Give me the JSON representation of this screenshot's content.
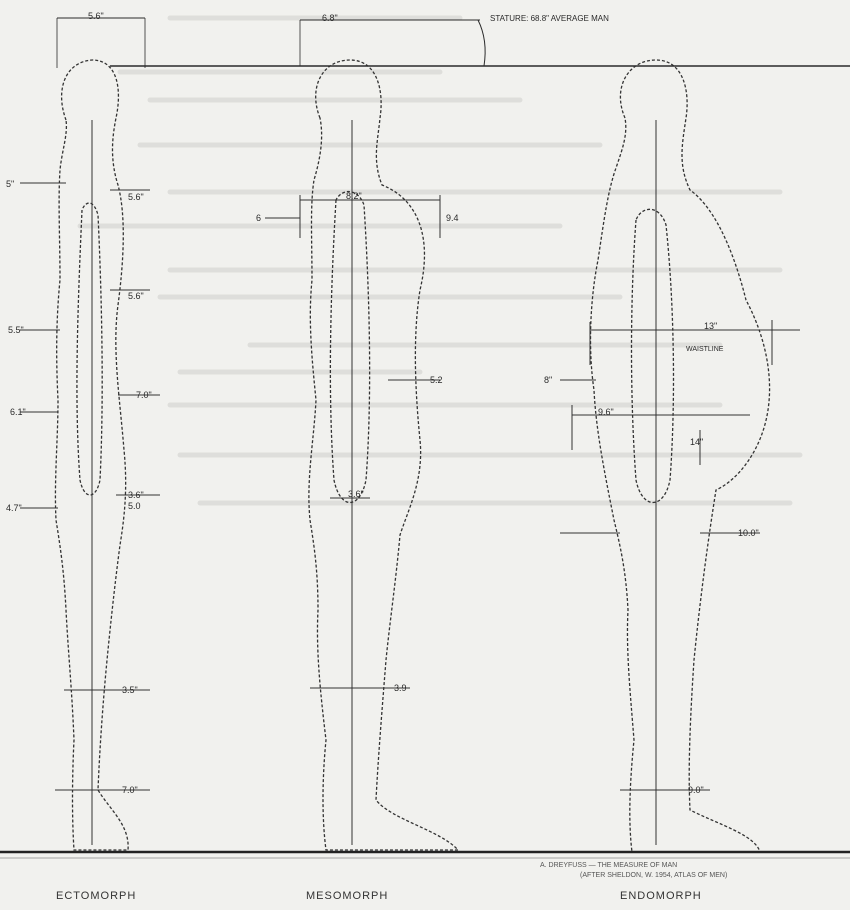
{
  "stature_note": "STATURE: 68.8\" AVERAGE MAN",
  "top_widths": {
    "ecto": "5.6\"",
    "meso": "6.8\""
  },
  "bodies": [
    {
      "name": "ECTOMORPH"
    },
    {
      "name": "MESOMORPH"
    },
    {
      "name": "ENDOMORPH"
    }
  ],
  "ecto_dims": [
    "5\"",
    "5.6\"",
    "5.6\"",
    "5.5\"",
    "7.0\"",
    "6.1\"",
    "3.6\"",
    "5.0",
    "4.7\"",
    "3.5\"",
    "7.0\""
  ],
  "meso_dims": [
    "6",
    "8.2\"",
    "9.4",
    "5.2",
    "3.6\"",
    "3.9"
  ],
  "endo_dims": [
    "13\"",
    "WAISTLINE",
    "8\"",
    "9.6\"",
    "14\"",
    "10.0\"",
    "9.0\""
  ],
  "credit": [
    "A. DREYFUSS  —  THE MEASURE OF MAN",
    "(AFTER SHELDON, W. 1954, ATLAS OF MEN)"
  ]
}
